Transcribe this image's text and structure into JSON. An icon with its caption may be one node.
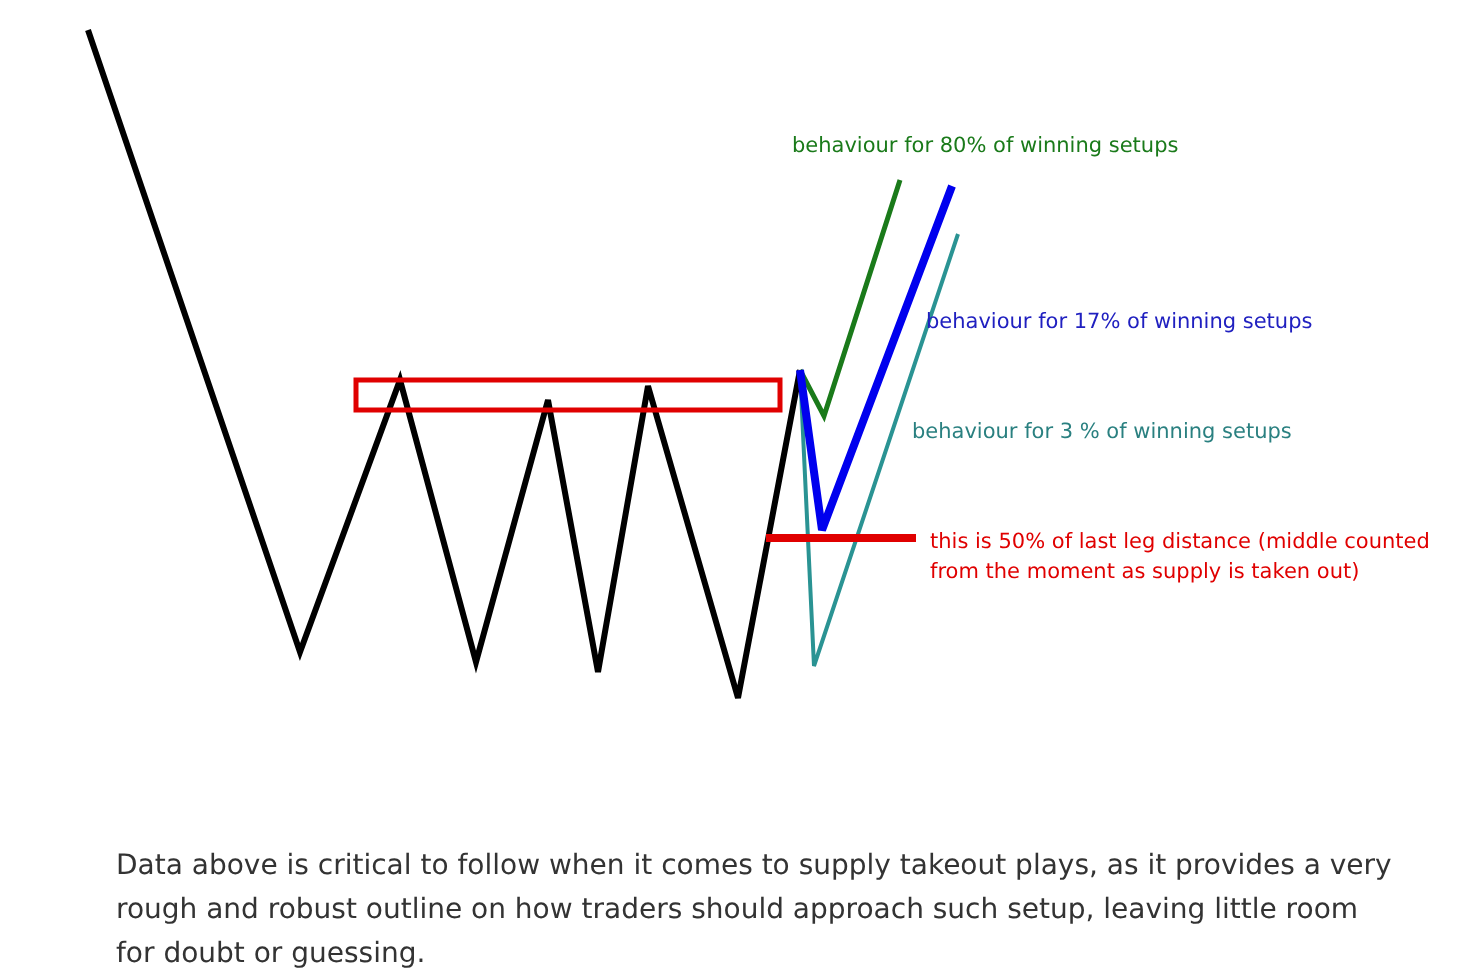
{
  "diagram": {
    "caption": "Data above is critical to follow when it comes to supply takeout plays, as it provides a very rough and robust outline on how traders should approach such setup, leaving little room for doubt or guessing.",
    "labels": [
      "behaviour for 80% of winning setups",
      "behaviour for 17% of winning setups",
      "behaviour for 3 % of winning setups",
      "this is 50% of last leg distance (middle counted from the moment as supply is taken out)"
    ]
  }
}
